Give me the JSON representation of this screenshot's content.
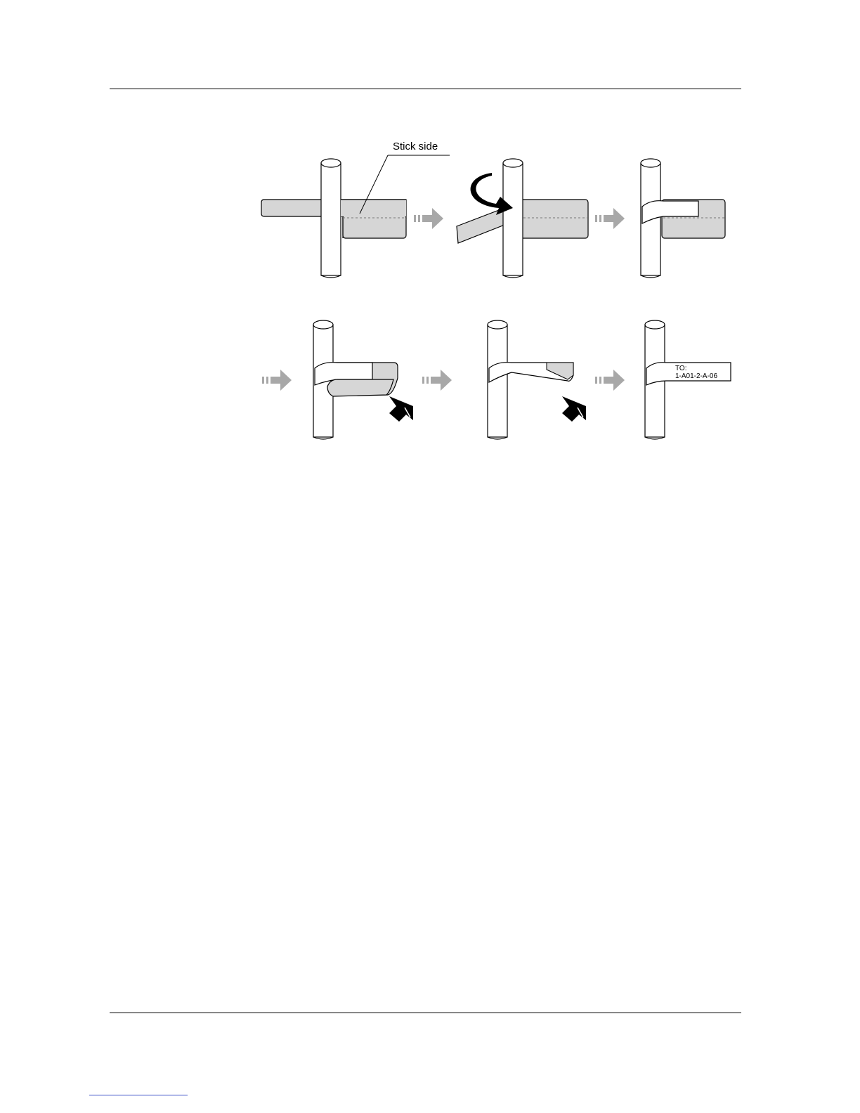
{
  "figure": {
    "callout_label": "Stick side",
    "tag_text_line1": "TO:",
    "tag_text_line2": "1-A01-2-A-06"
  },
  "colors": {
    "label_fill": "#d6d6d6",
    "arrow_gray": "#a8a8a8",
    "footer_link": "#3b50c8"
  }
}
